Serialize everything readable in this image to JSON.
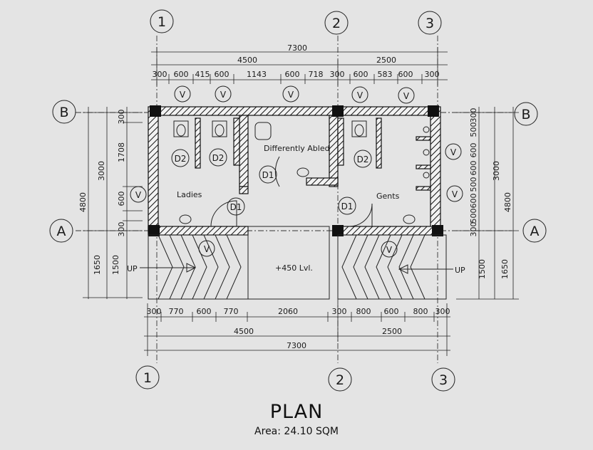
{
  "title": "PLAN",
  "area": "Area: 24.10 SQM",
  "grids": {
    "columns": [
      "1",
      "2",
      "3"
    ],
    "rows": [
      "A",
      "B"
    ]
  },
  "dims": {
    "top_overall": "7300",
    "top_sub": [
      "4500",
      "2500"
    ],
    "top_detail": [
      "300",
      "600",
      "415",
      "600",
      "1143",
      "600",
      "718",
      "300",
      "600",
      "583",
      "600",
      "300"
    ],
    "bottom_detail": [
      "300",
      "770",
      "600",
      "770",
      "2060",
      "300",
      "800",
      "600",
      "800",
      "300"
    ],
    "bottom_sub": [
      "4500",
      "2500"
    ],
    "bottom_overall": "7300",
    "left_inner": [
      "300",
      "1708",
      "600",
      "300"
    ],
    "left_mid": [
      "3000",
      "1500"
    ],
    "left_outer": [
      "4800",
      "1650"
    ],
    "right_inner": [
      "300",
      "500",
      "600",
      "600",
      "500",
      "600",
      "500",
      "300"
    ],
    "right_mid": [
      "3000",
      "1500"
    ],
    "right_outer": [
      "4800",
      "1650"
    ]
  },
  "rooms": {
    "ladies": "Ladies",
    "gents": "Gents",
    "pwd": "Differently Abled",
    "level": "+450 Lvl.",
    "up": "UP"
  },
  "tags": {
    "vent": "V",
    "door1": "D1",
    "door2": "D2"
  }
}
